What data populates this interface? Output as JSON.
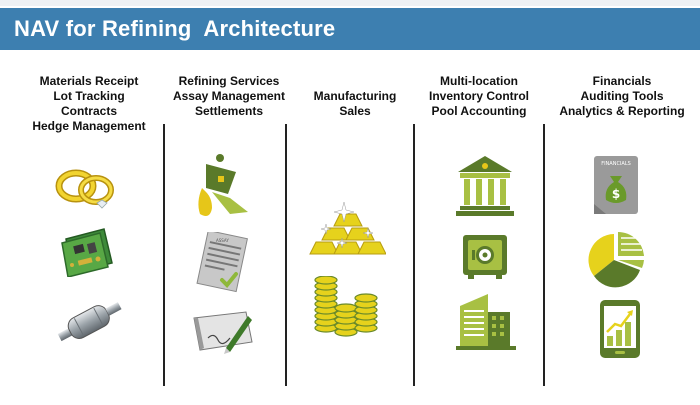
{
  "title": "NAV for Refining  Architecture",
  "columns": [
    {
      "lines": [
        "Materials Receipt",
        "Lot Tracking",
        "Contracts",
        "Hedge Management"
      ]
    },
    {
      "lines": [
        "Refining Services",
        "Assay Management",
        "Settlements"
      ]
    },
    {
      "lines": [
        "Manufacturing",
        "Sales"
      ]
    },
    {
      "lines": [
        "Multi-location",
        "Inventory Control",
        "Pool Accounting"
      ]
    },
    {
      "lines": [
        "Financials",
        "Auditing Tools",
        "Analytics & Reporting"
      ]
    }
  ],
  "icons": {
    "financials_label": "FINANCIALS",
    "assay_label": "ASSAY",
    "currency_symbol": "$"
  },
  "colors": {
    "title_bar": "#3d7fb0",
    "green_dark": "#5a7a2a",
    "green_light": "#a8c043",
    "gold": "#e6c619"
  }
}
